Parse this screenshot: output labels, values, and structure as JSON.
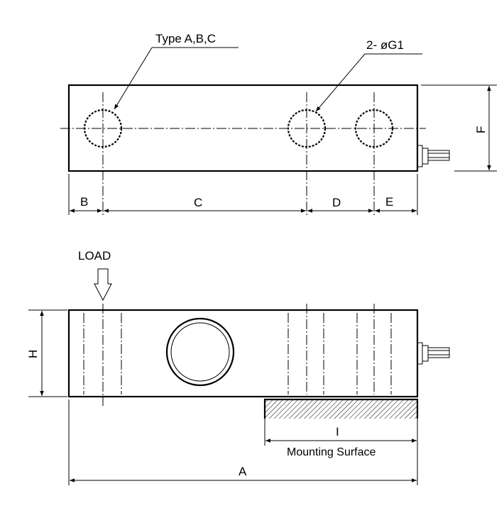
{
  "top_view": {
    "callout_holes_type": "Type A,B,C",
    "callout_holes_dia": "2- øG1",
    "dim_b": "B",
    "dim_c": "C",
    "dim_d": "D",
    "dim_e": "E",
    "dim_f": "F"
  },
  "side_view": {
    "load_label": "LOAD",
    "dim_h": "H",
    "dim_i": "I",
    "mounting_surface_label": "Mounting Surface",
    "dim_a": "A"
  },
  "colors": {
    "line": "#000000",
    "background": "#ffffff"
  }
}
